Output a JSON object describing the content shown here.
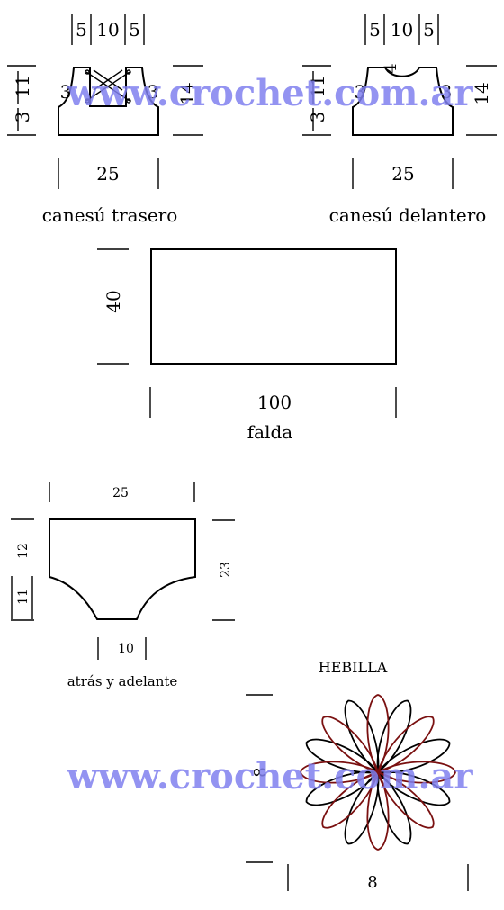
{
  "colors": {
    "watermark": "#8080ee",
    "petal_dark": "#000000",
    "petal_red": "#7a1010"
  },
  "watermark_text": "www.crochet.com.ar",
  "canesu_trasero": {
    "label": "canesú trasero",
    "top_dims": [
      "5",
      "10",
      "5"
    ],
    "left_dims": [
      "11",
      "3"
    ],
    "right_dim": "14",
    "inner_left": "3",
    "inner_right": "3",
    "bottom_dim": "25"
  },
  "canesu_delantero": {
    "label": "canesú delantero",
    "top_dims": [
      "5",
      "10",
      "5"
    ],
    "neck_dim": "4",
    "left_dims": [
      "11",
      "3"
    ],
    "right_dim": "14",
    "inner_left": "3",
    "inner_right": "3",
    "bottom_dim": "25"
  },
  "falda": {
    "label": "falda",
    "height_dim": "40",
    "width_dim": "100"
  },
  "atras_adelante": {
    "label": "atrás y adelante",
    "top_dim": "25",
    "left_dims": [
      "12",
      "11"
    ],
    "right_dim": "23",
    "bottom_dim": "10"
  },
  "hebilla": {
    "label": "HEBILLA",
    "height_dim": "8",
    "width_dim": "8"
  }
}
